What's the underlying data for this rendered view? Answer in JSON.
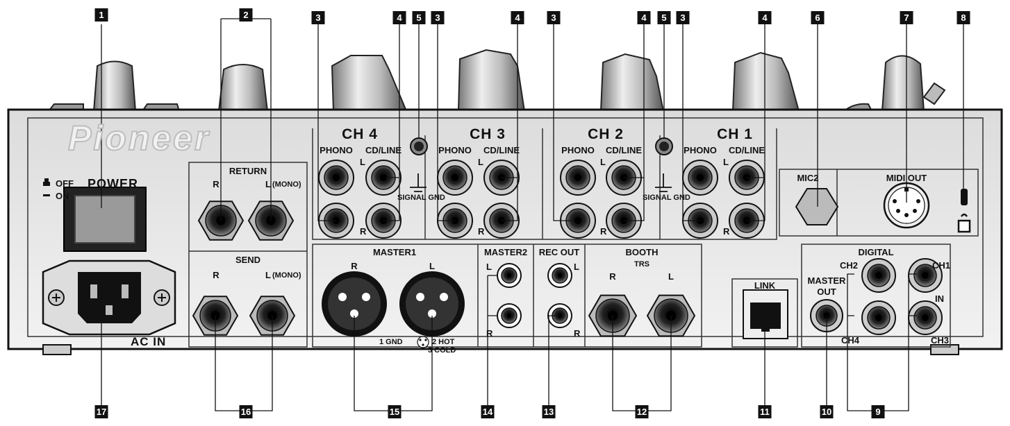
{
  "brand": "Pioneer",
  "power": {
    "title": "POWER",
    "off": "OFF",
    "on": "ON"
  },
  "ac_in": "AC IN",
  "return": {
    "title": "RETURN",
    "r": "R",
    "l": "L",
    "mono": "(MONO)"
  },
  "send": {
    "title": "SEND",
    "r": "R",
    "l": "L",
    "mono": "(MONO)"
  },
  "channels": {
    "ch4": "CH 4",
    "ch3": "CH 3",
    "ch2": "CH 2",
    "ch1": "CH 1"
  },
  "inputs": {
    "phono": "PHONO",
    "cdline": "CD/LINE",
    "l": "L",
    "r": "R"
  },
  "signal_gnd": "SIGNAL GND",
  "master1": {
    "title": "MASTER1",
    "r": "R",
    "l": "L",
    "gnd": "1 GND",
    "hot": "2 HOT",
    "cold": "3 COLD"
  },
  "master2": {
    "title": "MASTER2",
    "l": "L",
    "r": "R"
  },
  "rec_out": {
    "title": "REC OUT",
    "l": "L",
    "r": "R"
  },
  "booth": {
    "title": "BOOTH",
    "trs": "TRS",
    "r": "R",
    "l": "L"
  },
  "link": "LINK",
  "mic2": "MIC2",
  "midi_out": "MIDI OUT",
  "digital": {
    "title": "DIGITAL",
    "master": "MASTER",
    "out": "OUT",
    "ch1": "CH1",
    "ch2": "CH2",
    "ch3": "CH3",
    "ch4": "CH4",
    "in": "IN"
  },
  "callouts": {
    "n1": "1",
    "n2": "2",
    "n3": "3",
    "n4": "4",
    "n5": "5",
    "n6": "6",
    "n7": "7",
    "n8": "8",
    "n9": "9",
    "n10": "10",
    "n11": "11",
    "n12": "12",
    "n13": "13",
    "n14": "14",
    "n15": "15",
    "n16": "16",
    "n17": "17"
  }
}
